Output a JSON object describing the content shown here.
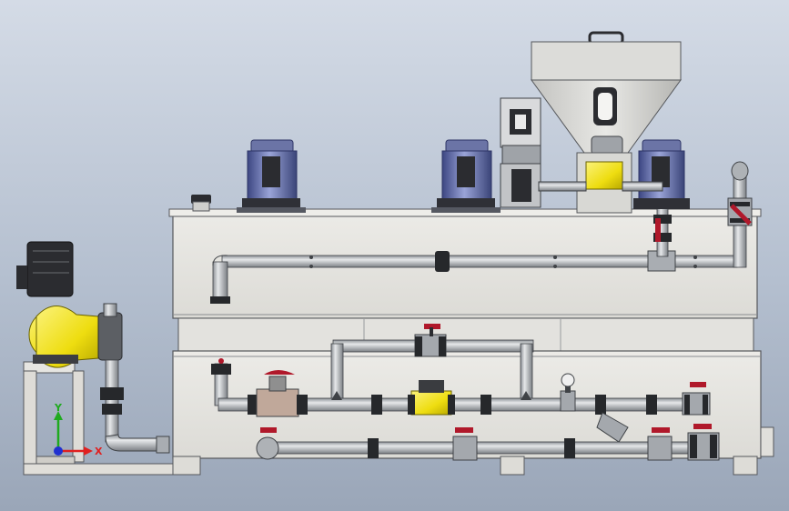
{
  "viewport": {
    "background_top": "#d4dbe6",
    "background_bottom": "#9aa6b8"
  },
  "triad": {
    "y_label": "Y",
    "x_label": "X",
    "y_color": "#1faa1f",
    "x_color": "#e02020",
    "z_color": "#2030d0"
  },
  "colors": {
    "tank": "#e4e3df",
    "tank_edge": "#55575b",
    "pipe": "#b9bdc2",
    "pipe_edge": "#3f4246",
    "flange": "#26282b",
    "valve_handle": "#b0182a",
    "pump_yellow": "#f2e42a",
    "motor_dark": "#2b2c30",
    "motor_blue": "#5866a8",
    "hopper": "#d2d2cf"
  },
  "components": [
    {
      "id": "metering-pump",
      "icon": "pump-icon"
    },
    {
      "id": "mixer-1",
      "icon": "motor-icon"
    },
    {
      "id": "mixer-2",
      "icon": "motor-icon"
    },
    {
      "id": "mixer-3",
      "icon": "motor-icon"
    },
    {
      "id": "screw-feeder-motor",
      "icon": "motor-icon"
    },
    {
      "id": "powder-hopper",
      "icon": "hopper-icon"
    },
    {
      "id": "solenoid-valve",
      "icon": "valve-icon"
    },
    {
      "id": "y-strainer",
      "icon": "strainer-icon"
    },
    {
      "id": "pressure-gauge",
      "icon": "gauge-icon"
    }
  ]
}
